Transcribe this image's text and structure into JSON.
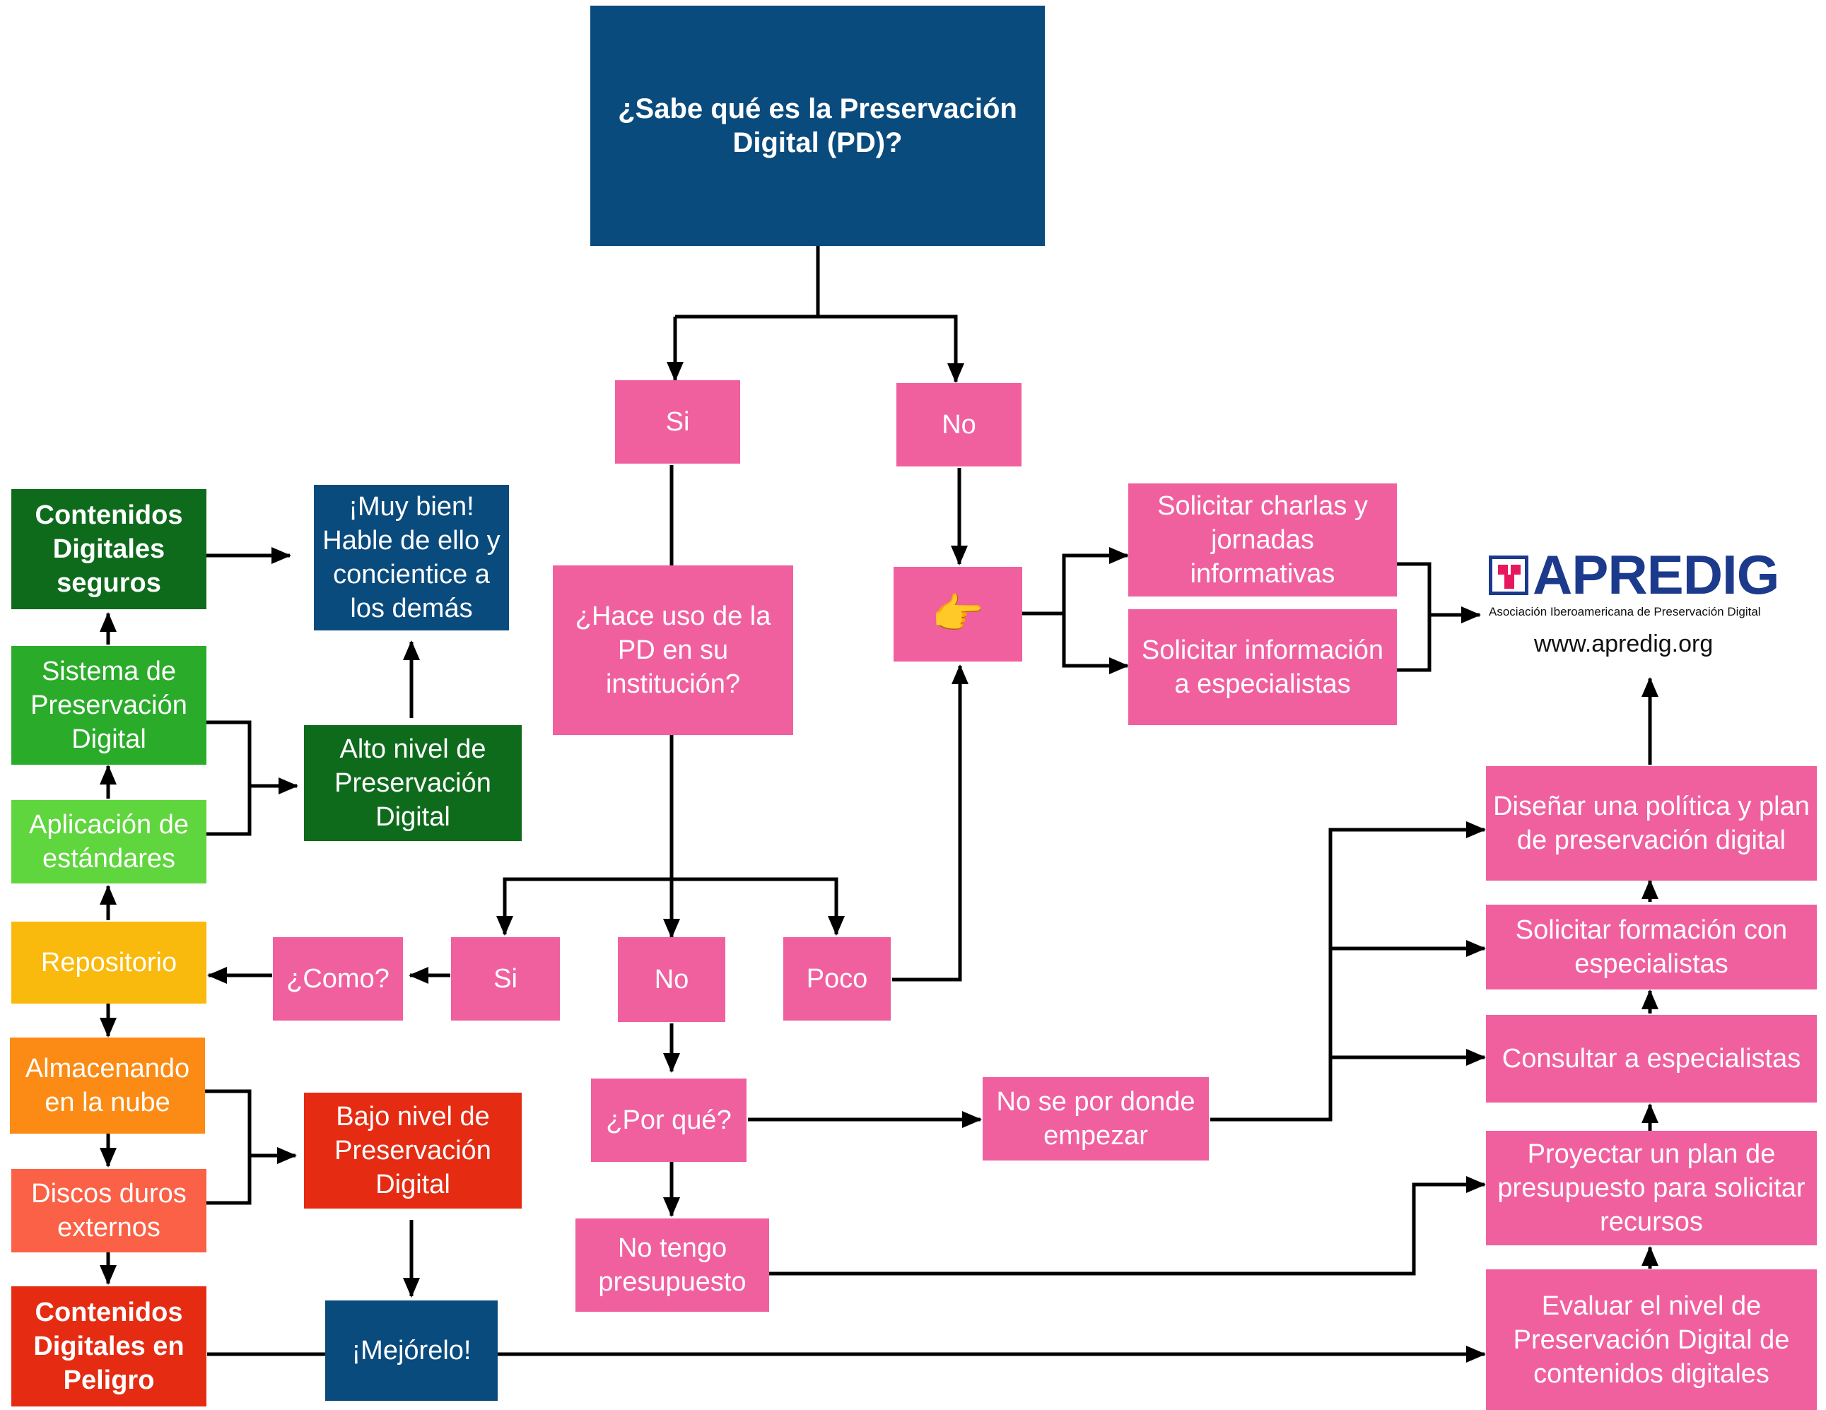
{
  "nodes": {
    "root": "¿Sabe qué es la Preservación Digital (PD)?",
    "si_top": "Si",
    "no_top": "No",
    "hace_uso": "¿Hace uso de la PD en su institución?",
    "pointer": "👉",
    "charlas": "Solicitar charlas y jornadas informativas",
    "info_esp": "Solicitar información a especialistas",
    "si_mid": "Si",
    "no_mid": "No",
    "poco": "Poco",
    "como": "¿Como?",
    "porque": "¿Por qué?",
    "no_se": "No se por donde empezar",
    "no_tengo": "No tengo presupuesto",
    "disenar": "Diseñar una política y plan de preservación digital",
    "formacion": "Solicitar formación con especialistas",
    "consultar": "Consultar a especialistas",
    "proyectar": "Proyectar un plan de presupuesto para solicitar recursos",
    "evaluar": "Evaluar el nivel de Preservación Digital de contenidos digitales",
    "muy_bien": "¡Muy bien! Hable de ello y concientice a los demás",
    "alto": "Alto nivel de Preservación Digital",
    "bajo": "Bajo nivel de Preservación Digital",
    "mejorelo": "¡Mejórelo!",
    "cont_seguros": "Contenidos Digitales seguros",
    "sistema": "Sistema de Preservación Digital",
    "aplicacion": "Aplicación de estándares",
    "repositorio": "Repositorio",
    "almacenando": "Almacenando en la nube",
    "discos": "Discos duros externos",
    "cont_peligro": "Contenidos Digitales en Peligro"
  },
  "logo": {
    "name": "APREDIG",
    "subtitle": "Asociación Iberoamericana de Preservación Digital",
    "url": "www.apredig.org"
  },
  "colors": {
    "pink": "#f0609f",
    "navy": "#0a4b7e",
    "dark_green": "#0f6b1c",
    "green": "#2aac2a",
    "light_green": "#5fd53e",
    "yellow": "#f9b90d",
    "orange": "#fb8b14",
    "salmon": "#fb6146",
    "red": "#e52c13",
    "logo_blue": "#1c3a8c"
  }
}
